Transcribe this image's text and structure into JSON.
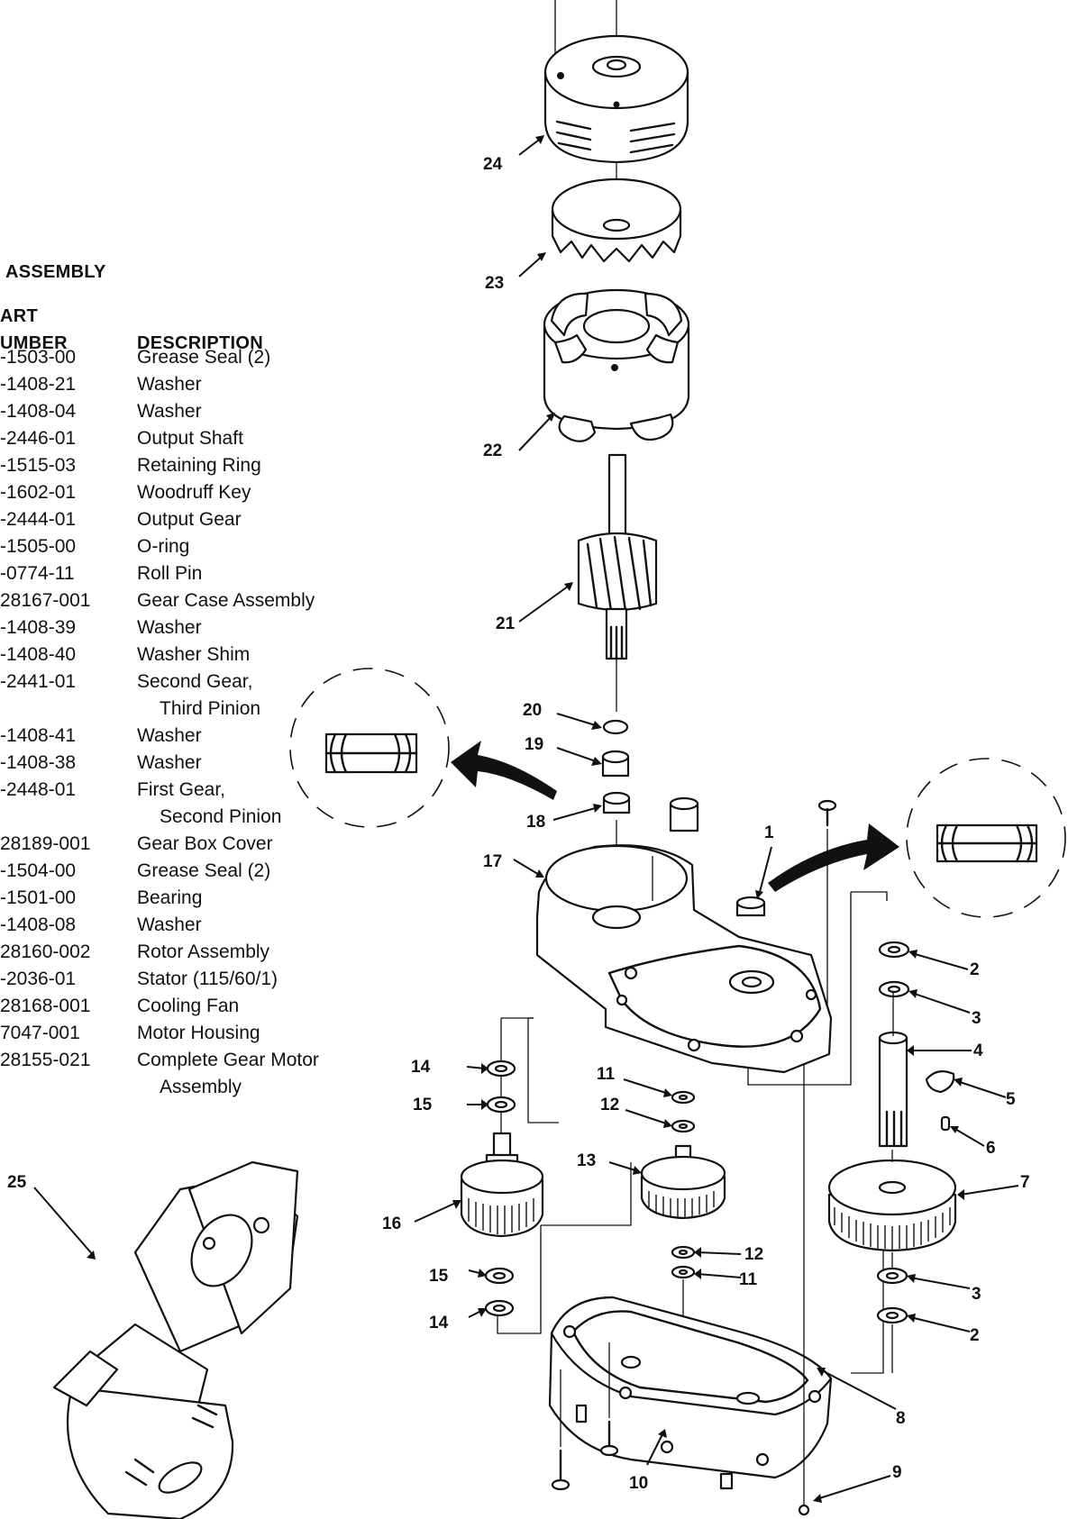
{
  "table": {
    "title": "ASSEMBLY",
    "header_line1": "ART",
    "header_number": "UMBER",
    "header_description": "DESCRIPTION",
    "rows": [
      {
        "number": "-1503-00",
        "description": "Grease Seal (2)"
      },
      {
        "number": "-1408-21",
        "description": "Washer"
      },
      {
        "number": "-1408-04",
        "description": "Washer"
      },
      {
        "number": "-2446-01",
        "description": "Output Shaft"
      },
      {
        "number": "-1515-03",
        "description": "Retaining Ring"
      },
      {
        "number": "-1602-01",
        "description": "Woodruff Key"
      },
      {
        "number": "-2444-01",
        "description": "Output Gear"
      },
      {
        "number": "-1505-00",
        "description": "O-ring"
      },
      {
        "number": "-0774-11",
        "description": "Roll Pin"
      },
      {
        "number": "28167-001",
        "description": "Gear Case Assembly"
      },
      {
        "number": "-1408-39",
        "description": "Washer"
      },
      {
        "number": "-1408-40",
        "description": "Washer Shim"
      },
      {
        "number": "-2441-01",
        "description": "Second Gear,",
        "continuation": "Third Pinion"
      },
      {
        "number": "-1408-41",
        "description": "Washer"
      },
      {
        "number": "-1408-38",
        "description": "Washer"
      },
      {
        "number": "-2448-01",
        "description": "First Gear,",
        "continuation": "Second Pinion"
      },
      {
        "number": "28189-001",
        "description": "Gear Box Cover"
      },
      {
        "number": "-1504-00",
        "description": "Grease Seal (2)"
      },
      {
        "number": "-1501-00",
        "description": "Bearing"
      },
      {
        "number": "-1408-08",
        "description": "Washer"
      },
      {
        "number": "28160-002",
        "description": "Rotor Assembly"
      },
      {
        "number": "-2036-01",
        "description": "Stator (115/60/1)"
      },
      {
        "number": "28168-001",
        "description": "Cooling Fan"
      },
      {
        "number": "7047-001",
        "description": "Motor Housing"
      },
      {
        "number": "28155-021",
        "description": "Complete Gear Motor",
        "continuation": "Assembly"
      }
    ]
  },
  "callouts": [
    "24",
    "23",
    "22",
    "21",
    "20",
    "19",
    "18",
    "17",
    "1",
    "2",
    "3",
    "4",
    "5",
    "6",
    "7",
    "14",
    "15",
    "11",
    "12",
    "13",
    "16",
    "12",
    "11",
    "3",
    "15",
    "14",
    "2",
    "8",
    "10",
    "9",
    "25"
  ]
}
